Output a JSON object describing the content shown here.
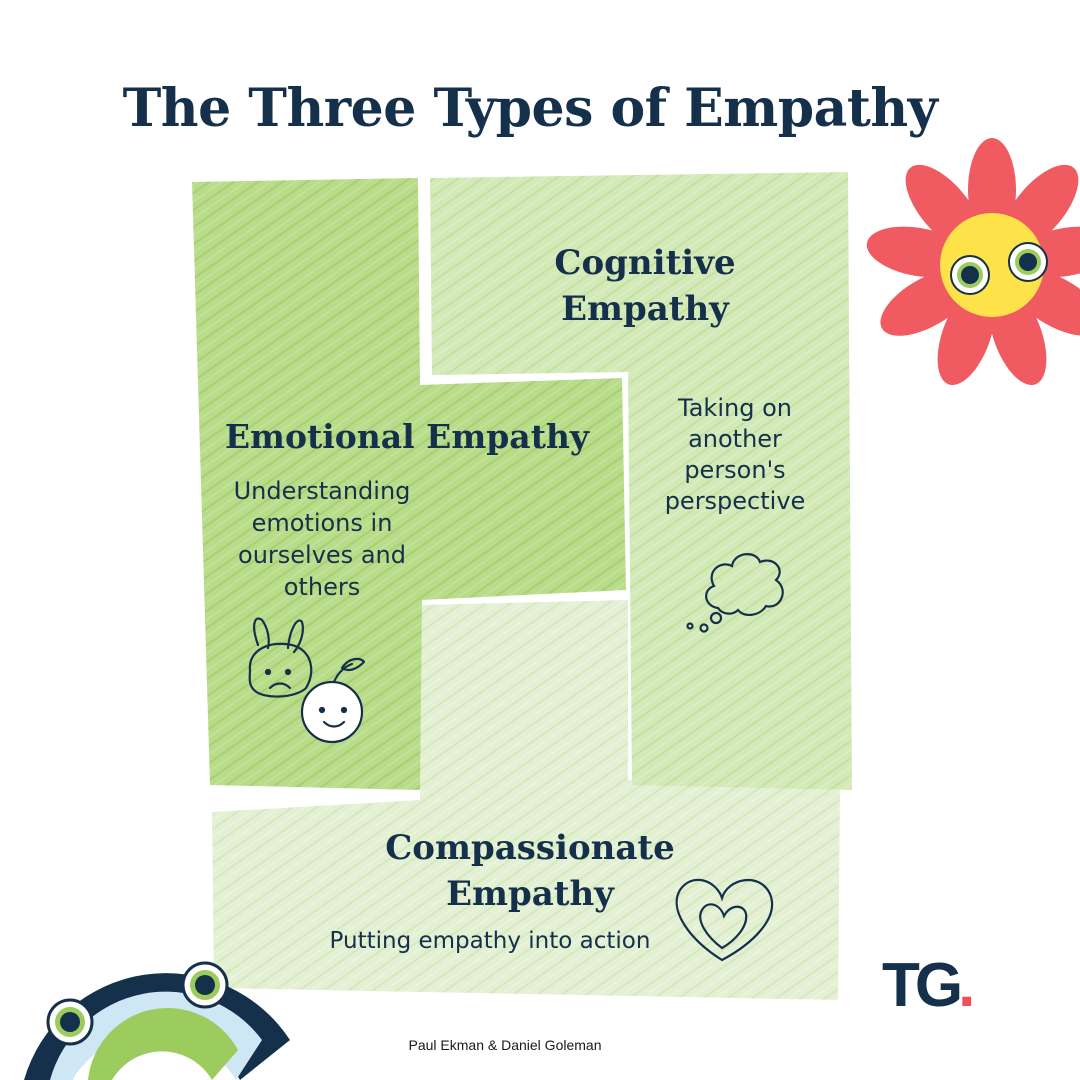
{
  "title": "The Three Types of Empathy",
  "emotional": {
    "heading": "Emotional Empathy",
    "description_lines": [
      "Understanding",
      "emotions in",
      "ourselves and",
      "others"
    ],
    "icon": "sad-bunny-and-happy-orange-icon"
  },
  "cognitive": {
    "heading_lines": [
      "Cognitive",
      "Empathy"
    ],
    "description_lines": [
      "Taking on",
      "another",
      "person's",
      "perspective"
    ],
    "icon": "thought-cloud-icon"
  },
  "compassionate": {
    "heading_lines": [
      "Compassionate",
      "Empathy"
    ],
    "description": "Putting empathy into action",
    "icon": "heart-icon"
  },
  "credit": "Paul Ekman & Daniel Goleman",
  "logo": {
    "letters": "TG",
    "dot": "."
  },
  "colors": {
    "navy": "#14304a",
    "green_dark": "#b7db88",
    "green_mid": "#d3e9b7",
    "green_light": "#e2f0d2",
    "flower_red": "#ef5b60",
    "flower_yellow": "#fde24a",
    "logo_dot": "#ef4e5a",
    "rainbow_blue": "#cfe6f5",
    "rainbow_green": "#9ccc5e"
  }
}
